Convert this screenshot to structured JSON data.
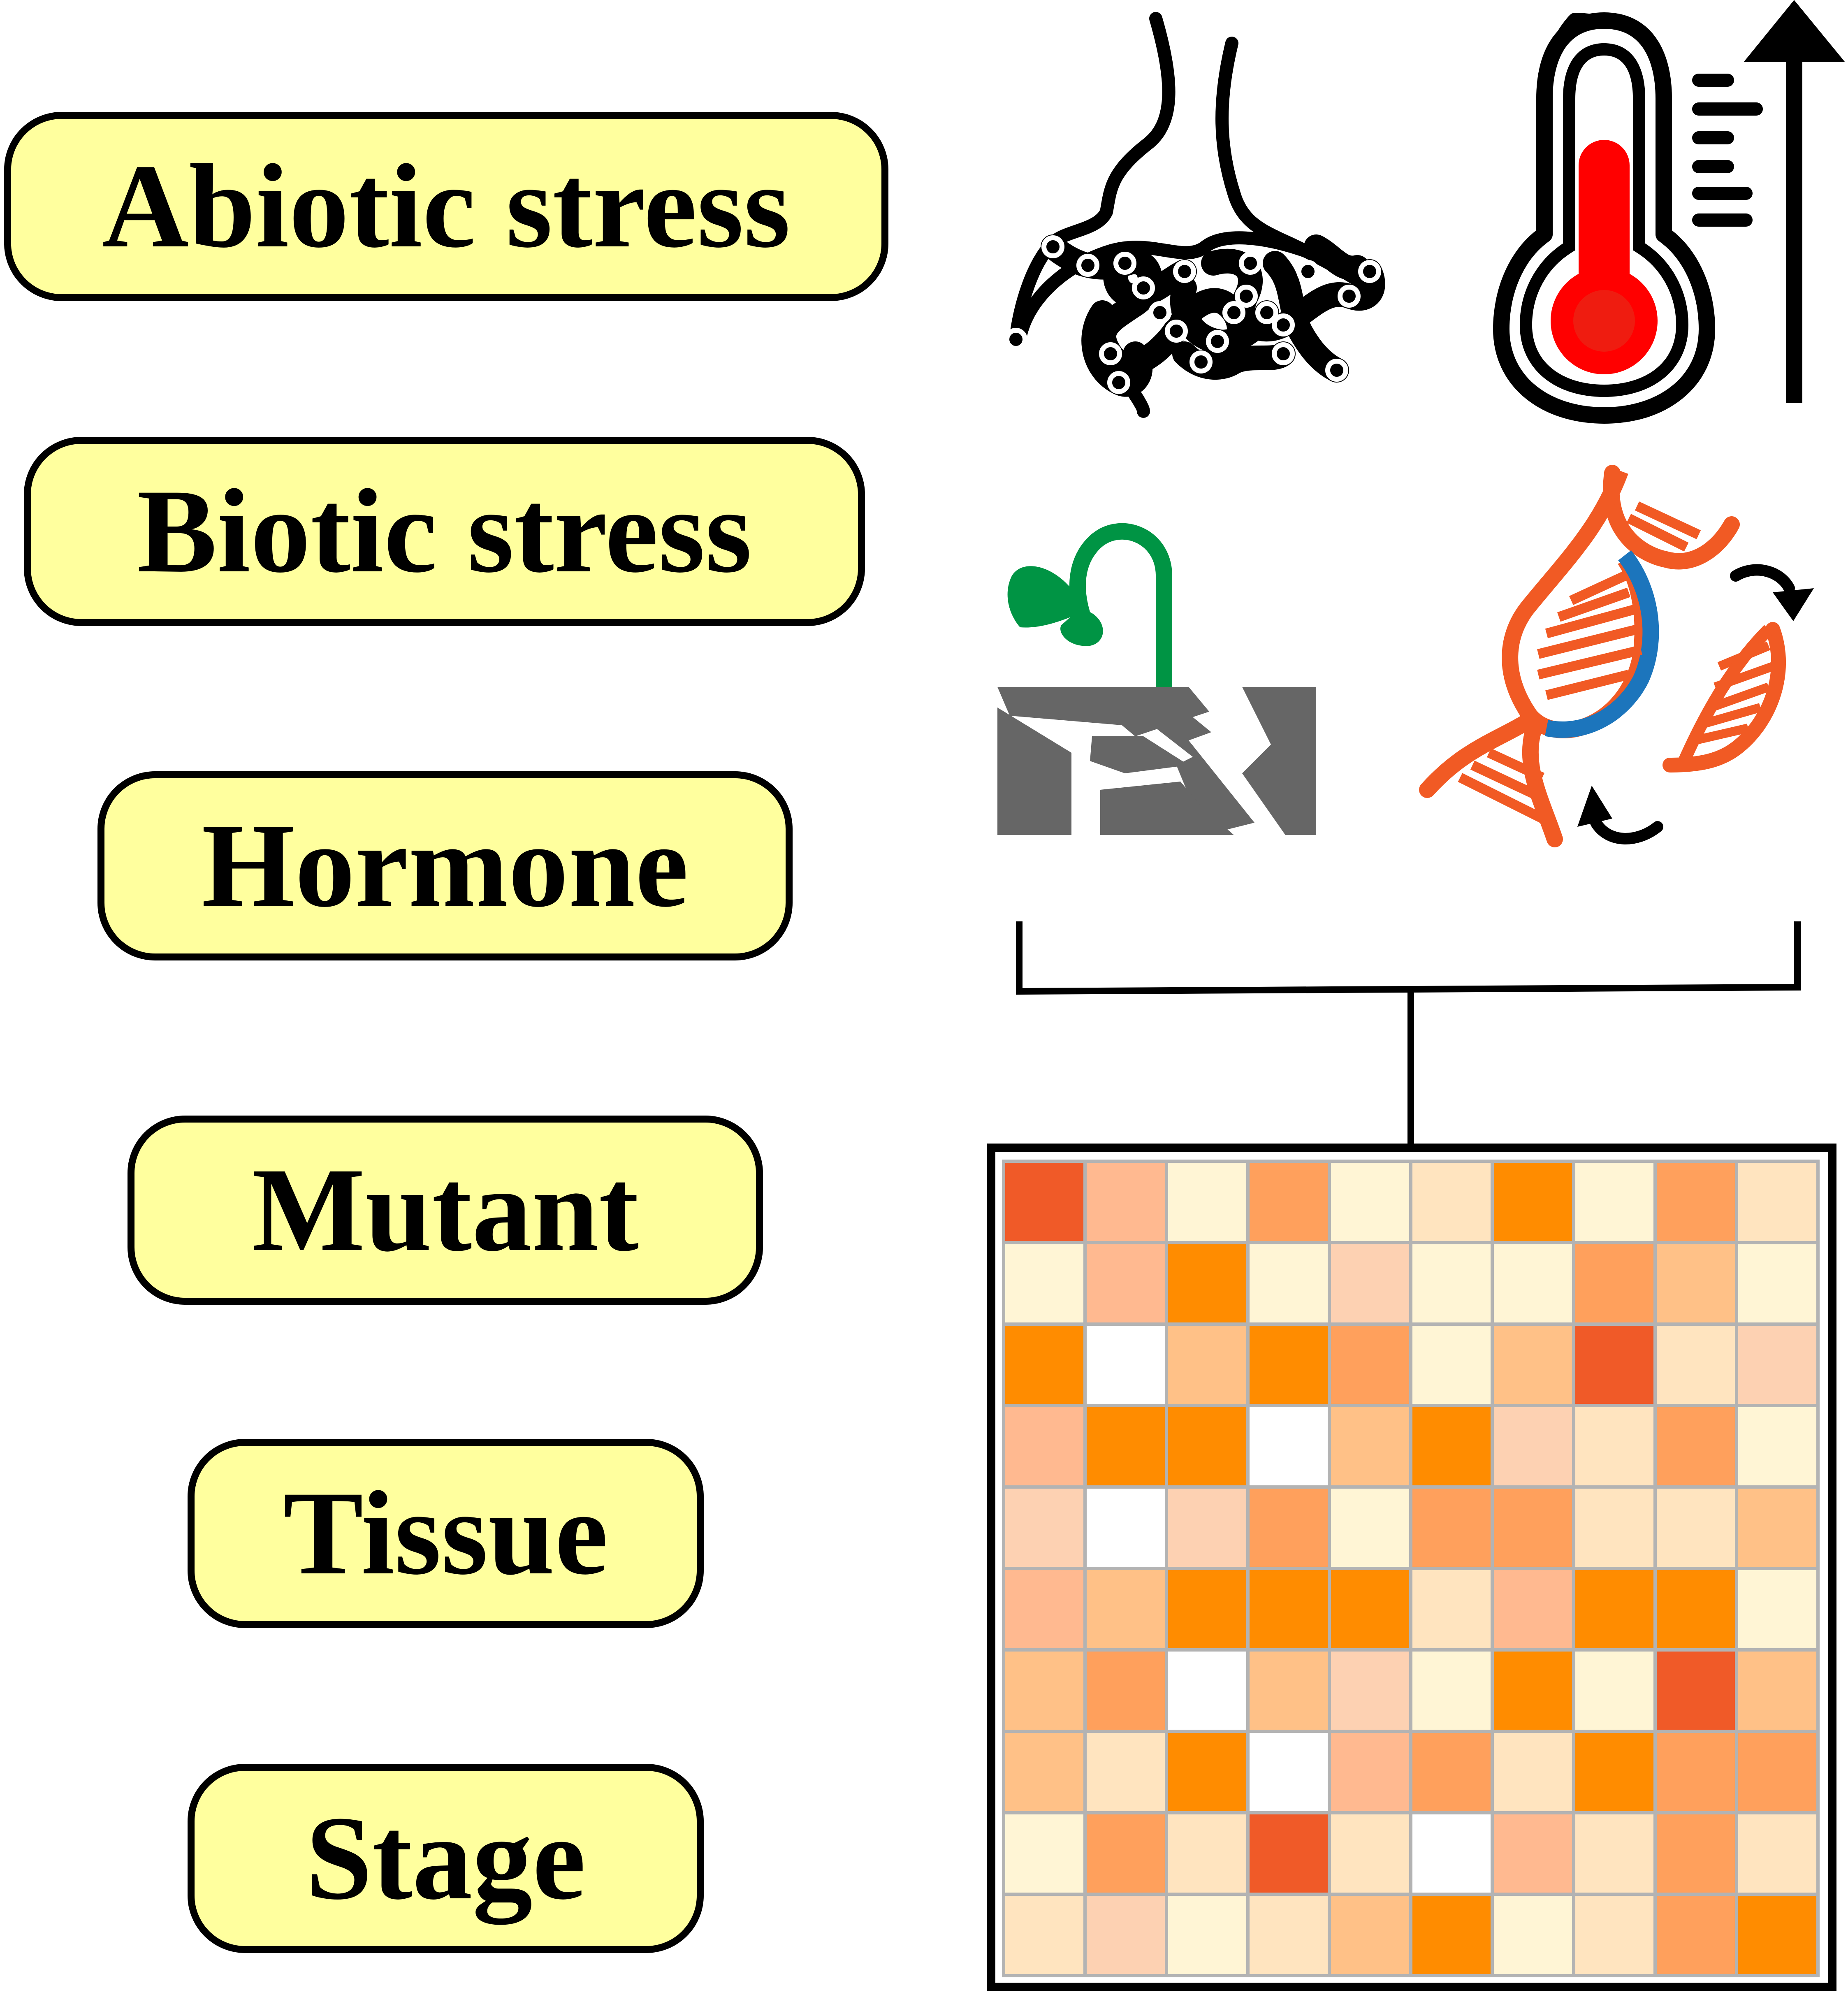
{
  "categories": [
    {
      "id": "abiotic",
      "label": "Abiotic stress"
    },
    {
      "id": "biotic",
      "label": "Biotic stress"
    },
    {
      "id": "hormone",
      "label": "Hormone"
    },
    {
      "id": "mutant",
      "label": "Mutant"
    },
    {
      "id": "tissue",
      "label": "Tissue"
    },
    {
      "id": "stage",
      "label": "Stage"
    }
  ],
  "icons": [
    "root-icon",
    "thermometer-icon",
    "seedling-soil-icon",
    "dna-icon"
  ],
  "colors": {
    "pill_fill": "#ffff9e",
    "mercury": "#ff0000",
    "seedling": "#009444",
    "soil": "#666666",
    "dna": "#f15a24",
    "dna_accent": "#1c75bc",
    "heatmap_grid": "#b3b3b3"
  },
  "heatmap": {
    "rows": 10,
    "cols": 10,
    "palette": [
      "#ffffff",
      "#fff5d5",
      "#ffe4bf",
      "#fdd1b2",
      "#ffb990",
      "#ffc187",
      "#ffa05c",
      "#ff8c00",
      "#f05a28"
    ],
    "cells": [
      [
        8,
        4,
        1,
        6,
        1,
        2,
        7,
        1,
        6,
        2
      ],
      [
        1,
        4,
        7,
        1,
        3,
        1,
        1,
        6,
        5,
        1
      ],
      [
        7,
        0,
        5,
        7,
        6,
        1,
        5,
        8,
        2,
        3
      ],
      [
        4,
        7,
        7,
        0,
        5,
        7,
        3,
        2,
        6,
        1
      ],
      [
        3,
        0,
        3,
        6,
        1,
        6,
        6,
        2,
        2,
        5
      ],
      [
        4,
        5,
        7,
        7,
        7,
        2,
        4,
        7,
        7,
        1
      ],
      [
        5,
        6,
        0,
        5,
        3,
        1,
        7,
        1,
        8,
        5
      ],
      [
        5,
        2,
        7,
        0,
        4,
        6,
        2,
        7,
        6,
        6
      ],
      [
        1,
        6,
        2,
        8,
        2,
        0,
        4,
        2,
        6,
        2
      ],
      [
        2,
        3,
        1,
        2,
        5,
        7,
        1,
        2,
        6,
        7
      ]
    ]
  }
}
